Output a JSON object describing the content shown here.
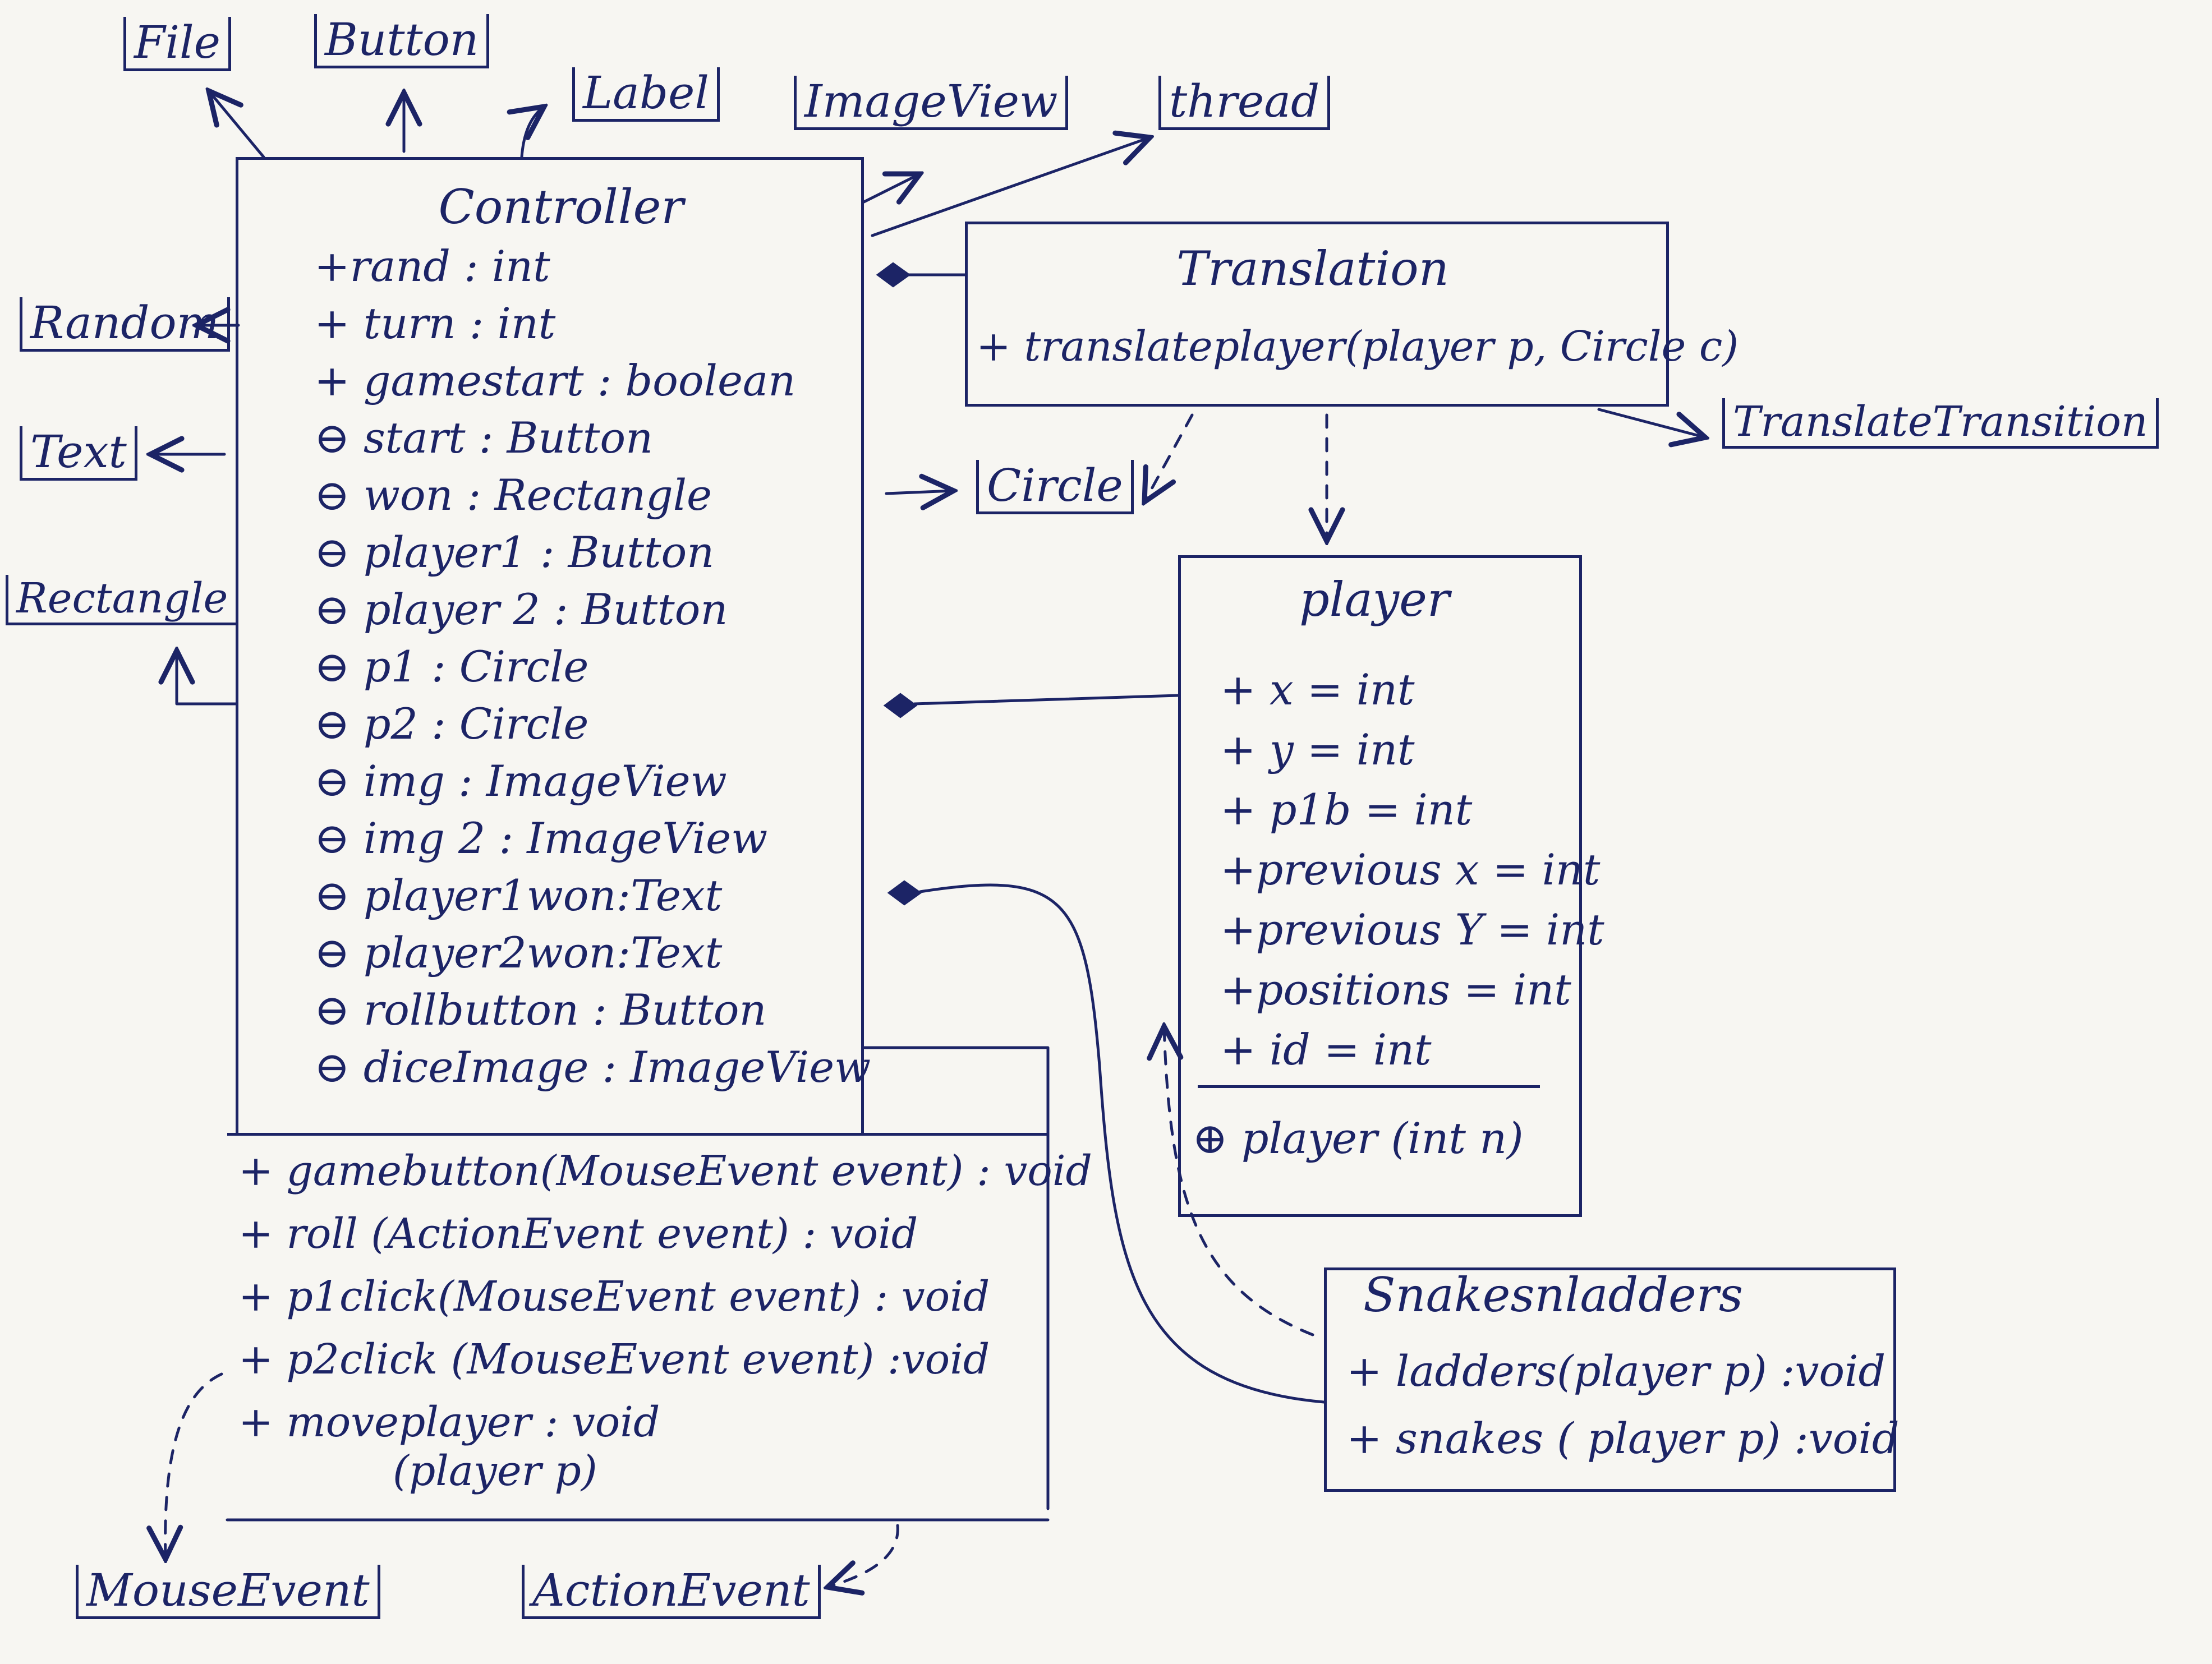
{
  "libraries": {
    "file": "File",
    "button": "Button",
    "label": "Label",
    "imageview": "ImageView",
    "thread": "thread",
    "random": "Random",
    "text": "Text",
    "rectangle": "Rectangle",
    "circle": "Circle",
    "translate_transition": "TranslateTransition",
    "mouseevent": "MouseEvent",
    "actionevent": "ActionEvent"
  },
  "controller": {
    "name": "Controller",
    "attributes": [
      "+rand  : int",
      "+ turn  : int",
      "+ gamestart : boolean",
      "⊖ start  : Button",
      "⊖ won : Rectangle",
      "⊖ player1  : Button",
      "⊖ player 2  : Button",
      "⊖ p1  : Circle",
      "⊖ p2  : Circle",
      "⊖ img  : ImageView",
      "⊖ img 2 : ImageView",
      "⊖ player1won:Text",
      "⊖ player2won:Text",
      "⊖ rollbutton : Button",
      "⊖ diceImage : ImageView"
    ],
    "methods": [
      "+ gamebutton(MouseEvent event) : void",
      "+ roll (ActionEvent event) : void",
      "+ p1click(MouseEvent event) : void",
      "+ p2click (MouseEvent event) :void",
      "+ moveplayer : void",
      "(player p)"
    ]
  },
  "translation": {
    "name": "Translation",
    "methods": [
      "+ translateplayer(player p, Circle c)"
    ]
  },
  "player": {
    "name": "player",
    "attributes": [
      "+ x = int",
      "+ y = int",
      "+ p1b = int",
      "+previous x = int",
      "+previous Y = int",
      "+positions = int",
      "+ id = int"
    ],
    "methods": [
      "⊕ player (int n)"
    ]
  },
  "snakesnladders": {
    "name": "Snakesnladders",
    "methods": [
      "+ ladders(player p) :void",
      "+ snakes ( player p) :void"
    ]
  }
}
